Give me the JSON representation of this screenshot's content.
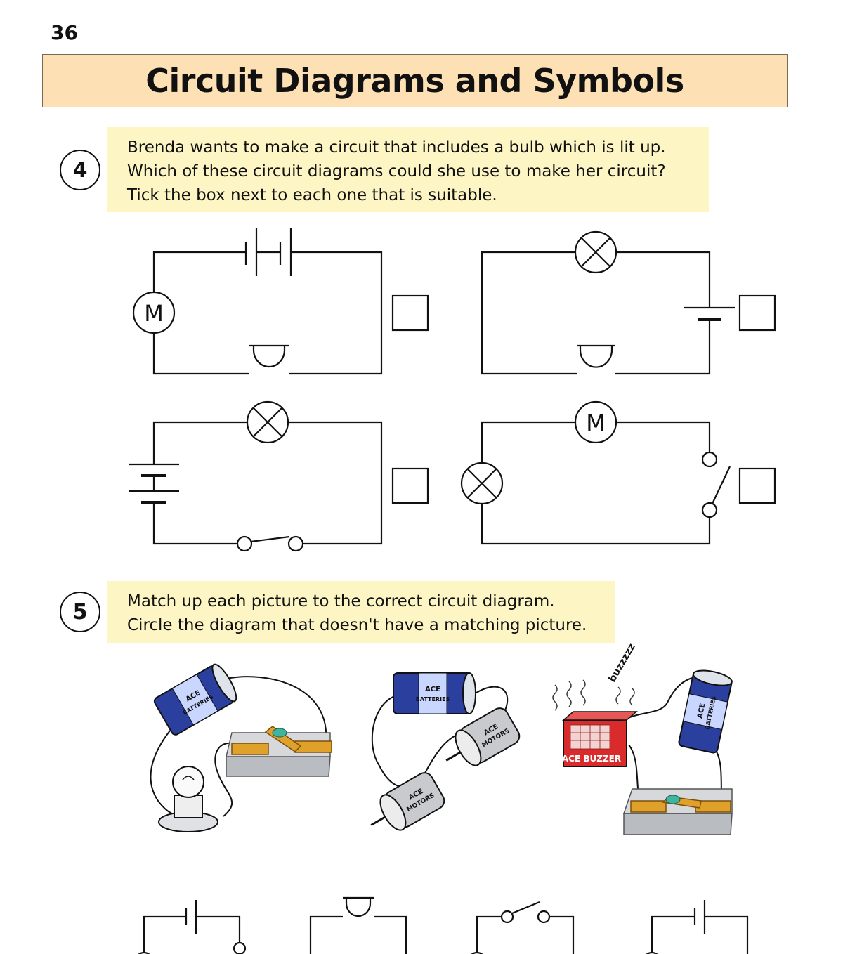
{
  "page_number": "36",
  "title": "Circuit Diagrams and Symbols",
  "questions": [
    {
      "number": "4",
      "lines": [
        "Brenda wants to make a circuit that includes a bulb which is lit up.",
        "Which of these circuit diagrams could she use to make her circuit?",
        "Tick the box next to each one that is suitable."
      ]
    },
    {
      "number": "5",
      "lines": [
        "Match up each picture to the correct circuit diagram.",
        "Circle the diagram that doesn't have a matching picture."
      ]
    }
  ],
  "symbols": {
    "motor": "M"
  },
  "picture_labels": {
    "battery_brand": "ACE",
    "battery_word": "BATTERIES",
    "motor_brand": "ACE",
    "motor_word": "MOTORS",
    "buzzer_label": "ACE BUZZER",
    "buzz_sound": "buzzzzz"
  },
  "colors": {
    "title_bg": "#fde0b4",
    "question_bg": "#fdf6c4",
    "battery_blue": "#2b3f9e",
    "battery_label": "#c9d6ff",
    "switch_orange": "#e0a12b",
    "buzzer_red": "#d92b2b",
    "board_grey": "#b9bcc0"
  }
}
